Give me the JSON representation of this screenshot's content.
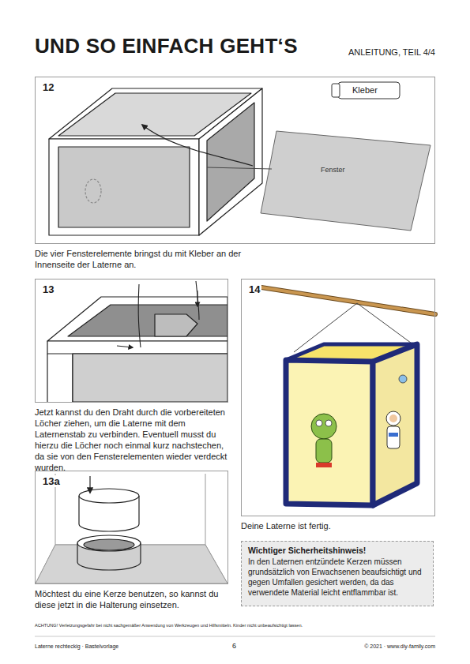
{
  "diagram": {
    "title": "UND SO EINFACH GEHT‘S",
    "nodes": [
      {
        "text": [
          "12",
          "Die vier Fensterelemente bringst du mit Kleber an der Innenseite der Laterne an."
        ]
      },
      {
        "text": [
          "13",
          "Jetzt kannst du den Draht durch die vorbereiteten Löcher ziehen, um die Laterne mit dem Laternenstab zu verbinden. Eventuell musst du hierzu die Löcher noch einmal kurz nachstechen, da sie von den Fensterelementen wieder verdeckt wurden."
        ]
      },
      {
        "text": [
          "14",
          "Deine Laterne ist fertig."
        ]
      },
      {
        "text": [
          "13a",
          "Möchtest du eine Kerze benutzen, so kannst du diese jetzt in die Halterung einsetzen."
        ]
      },
      {
        "text": [
          "Wichtiger Sicherheitshinweis!",
          "In den Laternen entzündete Kerzen müssen grundsätzlich von Erwachsenen beaufsichtigt und gegen Umfallen gesichert werden, da das verwendete Material leicht entflammbar ist."
        ]
      }
    ],
    "labels": [
      "ANLEITUNG, TEIL 4/4",
      "Kleber",
      "Fenster",
      "ACHTUNG! Verletzungsgefahr bei nicht sachgemäßer Anwendung von Werkzeugen und Hilfsmitteln. Kinder nicht unbeaufsichtigt lassen.",
      "Laterne rechteckig · Bastelvorlage",
      "6",
      "© 2021 · www.diy-family.com"
    ]
  }
}
